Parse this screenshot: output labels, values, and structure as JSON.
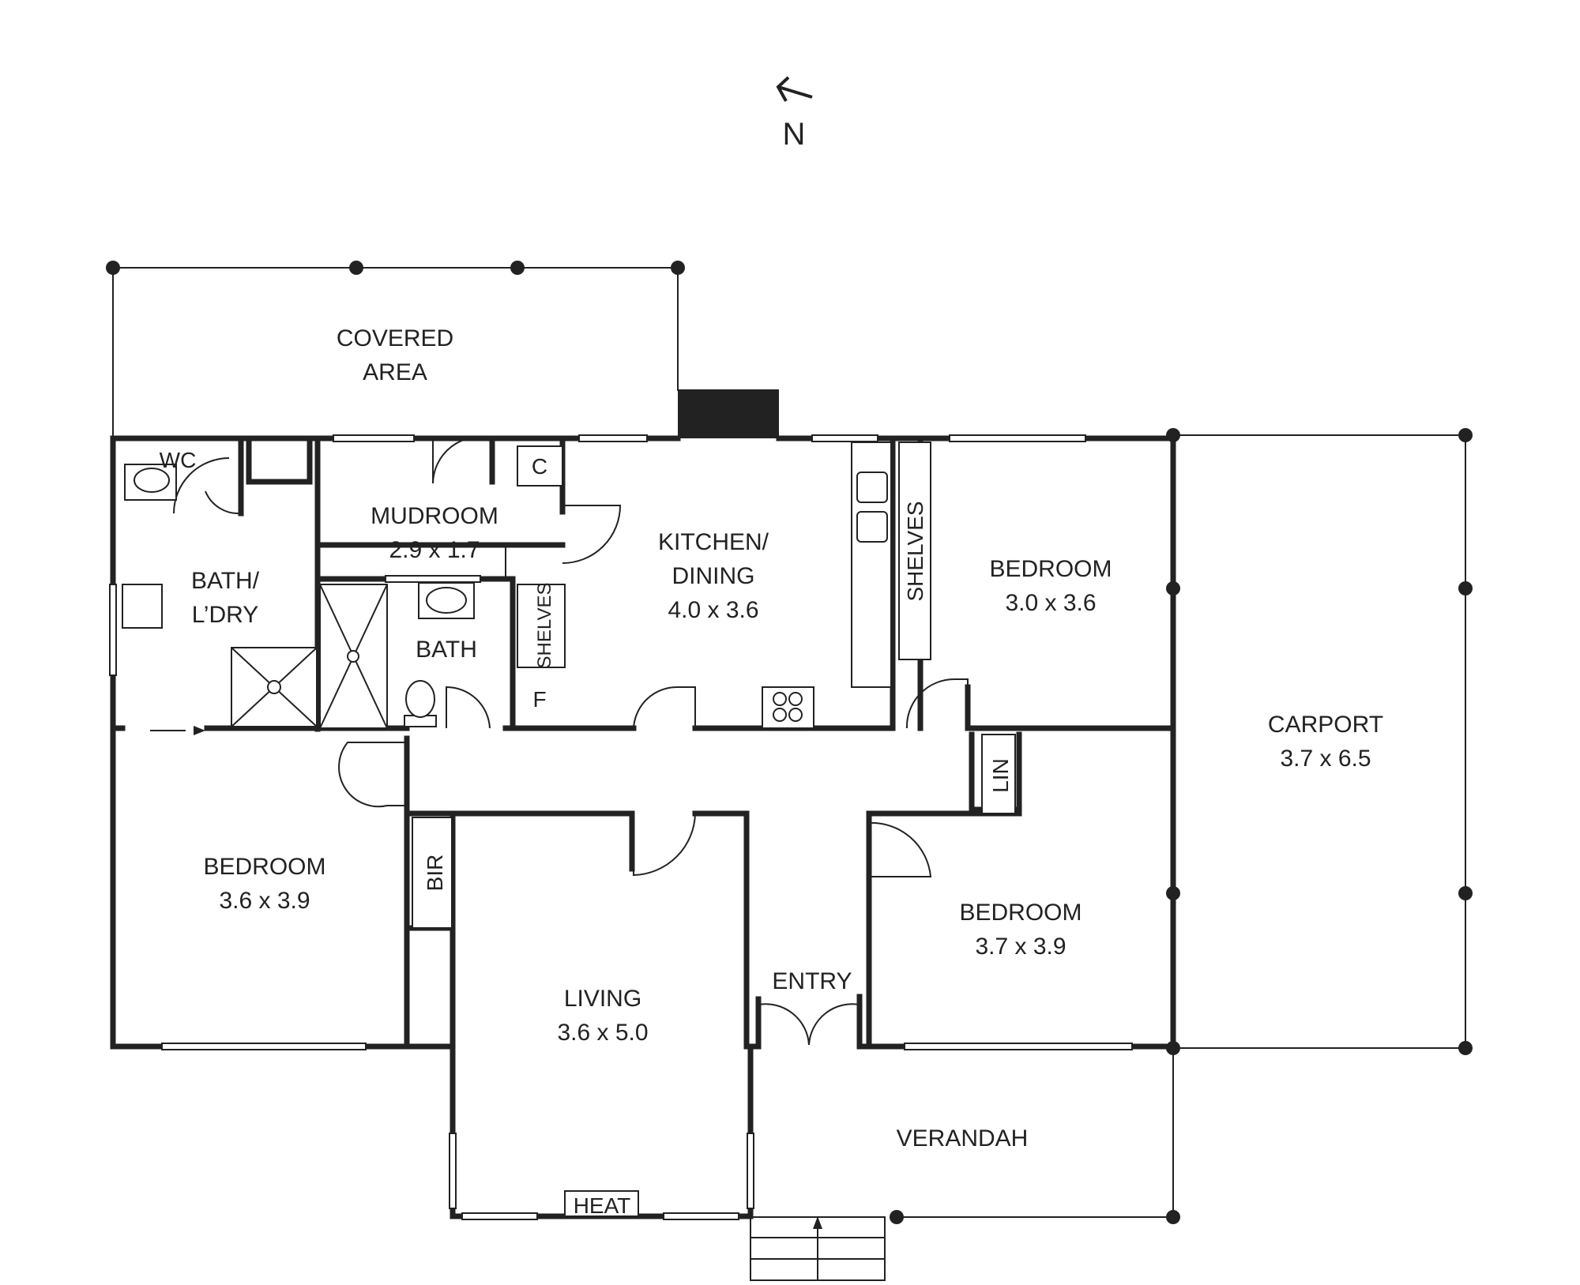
{
  "compass": {
    "label": "N",
    "icon": "north-arrow-icon"
  },
  "rooms": {
    "covered_area": {
      "name_line1": "COVERED",
      "name_line2": "AREA"
    },
    "wc": {
      "name": "WC"
    },
    "mudroom": {
      "name": "MUDROOM",
      "size": "2.9 x 1.7"
    },
    "c": {
      "name": "C"
    },
    "kitchen": {
      "name_line1": "KITCHEN/",
      "name_line2": "DINING",
      "size": "4.0 x 3.6"
    },
    "bath_ldry": {
      "name_line1": "BATH/",
      "name_line2": "L’DRY"
    },
    "bath": {
      "name": "BATH"
    },
    "shelves_left": {
      "name": "SHELVES"
    },
    "shelves_right": {
      "name": "SHELVES"
    },
    "fridge": {
      "name": "F"
    },
    "bedroom_ne": {
      "name": "BEDROOM",
      "size": "3.0 x 3.6"
    },
    "carport": {
      "name": "CARPORT",
      "size": "3.7 x 6.5"
    },
    "lin": {
      "name": "LIN"
    },
    "bedroom_w": {
      "name": "BEDROOM",
      "size": "3.6 x 3.9"
    },
    "bir": {
      "name": "BIR"
    },
    "bedroom_e": {
      "name": "BEDROOM",
      "size": "3.7 x 3.9"
    },
    "entry": {
      "name": "ENTRY"
    },
    "living": {
      "name": "LIVING",
      "size": "3.6 x 5.0"
    },
    "heat": {
      "name": "HEAT"
    },
    "verandah": {
      "name": "VERANDAH"
    }
  },
  "colors": {
    "ink": "#222222",
    "background": "#ffffff"
  }
}
